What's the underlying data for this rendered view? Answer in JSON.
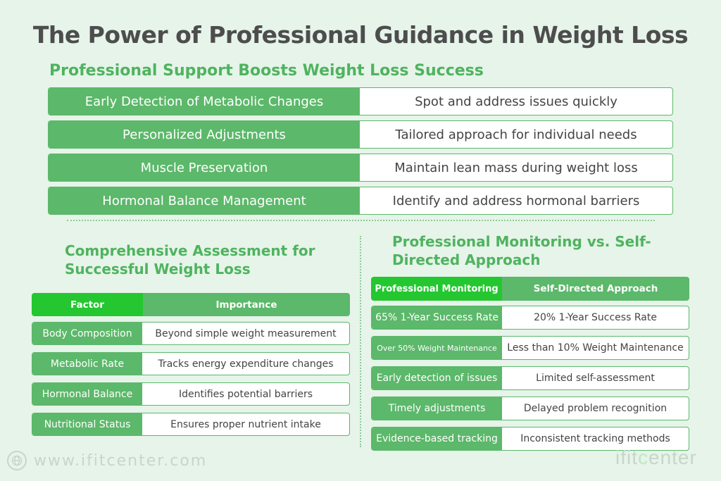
{
  "title": "The Power of Professional Guidance in Weight Loss",
  "section1": {
    "title": "Professional Support Boosts Weight Loss Success",
    "rows": [
      {
        "left": "Early Detection of Metabolic Changes",
        "right": "Spot and address issues quickly"
      },
      {
        "left": "Personalized Adjustments",
        "right": "Tailored approach for individual needs"
      },
      {
        "left": "Muscle Preservation",
        "right": "Maintain lean mass during weight loss"
      },
      {
        "left": "Hormonal Balance Management",
        "right": "Identify and address hormonal barriers"
      }
    ]
  },
  "section2": {
    "title": "Comprehensive Assessment for Successful Weight Loss",
    "headers": [
      "Factor",
      "Importance"
    ],
    "rows": [
      {
        "factor": "Body Composition",
        "importance": "Beyond simple weight measurement"
      },
      {
        "factor": "Metabolic Rate",
        "importance": "Tracks energy expenditure changes"
      },
      {
        "factor": "Hormonal Balance",
        "importance": "Identifies potential barriers"
      },
      {
        "factor": "Nutritional Status",
        "importance": "Ensures proper nutrient intake"
      }
    ]
  },
  "section3": {
    "title": "Professional Monitoring vs. Self-Directed Approach",
    "headers": [
      "Professional Monitoring",
      "Self-Directed Approach"
    ],
    "rows": [
      {
        "pro": "65% 1-Year Success Rate",
        "self": "20% 1-Year Success Rate"
      },
      {
        "pro": "Over 50% Weight Maintenance",
        "self": "Less than 10% Weight Maintenance"
      },
      {
        "pro": "Early detection of issues",
        "self": "Limited self-assessment"
      },
      {
        "pro": "Timely adjustments",
        "self": "Delayed problem recognition"
      },
      {
        "pro": "Evidence-based tracking",
        "self": "Inconsistent tracking methods"
      }
    ]
  },
  "footer": {
    "url": "www.ifitcenter.com",
    "logo_pre": "ifit",
    "logo_c": "c",
    "logo_post": "enter",
    "globe_icon": "globe-icon"
  },
  "colors": {
    "background": "#e6f4e9",
    "accent_green": "#5cb86a",
    "bright_green": "#24c730",
    "title_gray": "#4d4d4d",
    "heading_green": "#4fb35f"
  }
}
